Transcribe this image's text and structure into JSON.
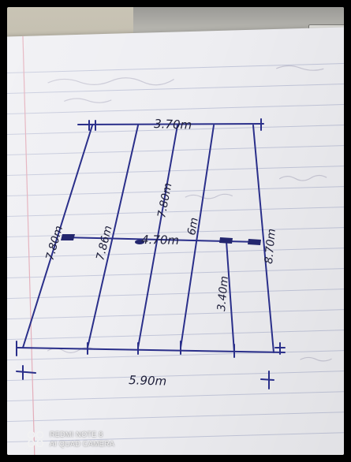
{
  "measurements": {
    "top": "3.70m",
    "bottom": "5.90m",
    "middle": "4.70m",
    "left_side": "7.80m",
    "stroke_2": "7.86m",
    "stroke_3": "7.80m",
    "stroke_4": "6m",
    "right_side": "8.70m",
    "lower_right": "3.40m"
  },
  "watermark": {
    "line1": "REDMI NOTE 8",
    "line2": "AI QUAD CAMERA"
  },
  "colors": {
    "ink": "#2a2f8a",
    "paper": "#eeeef2",
    "rule_lines": "#c3c7da",
    "margin_line": "#e2a9b6"
  }
}
